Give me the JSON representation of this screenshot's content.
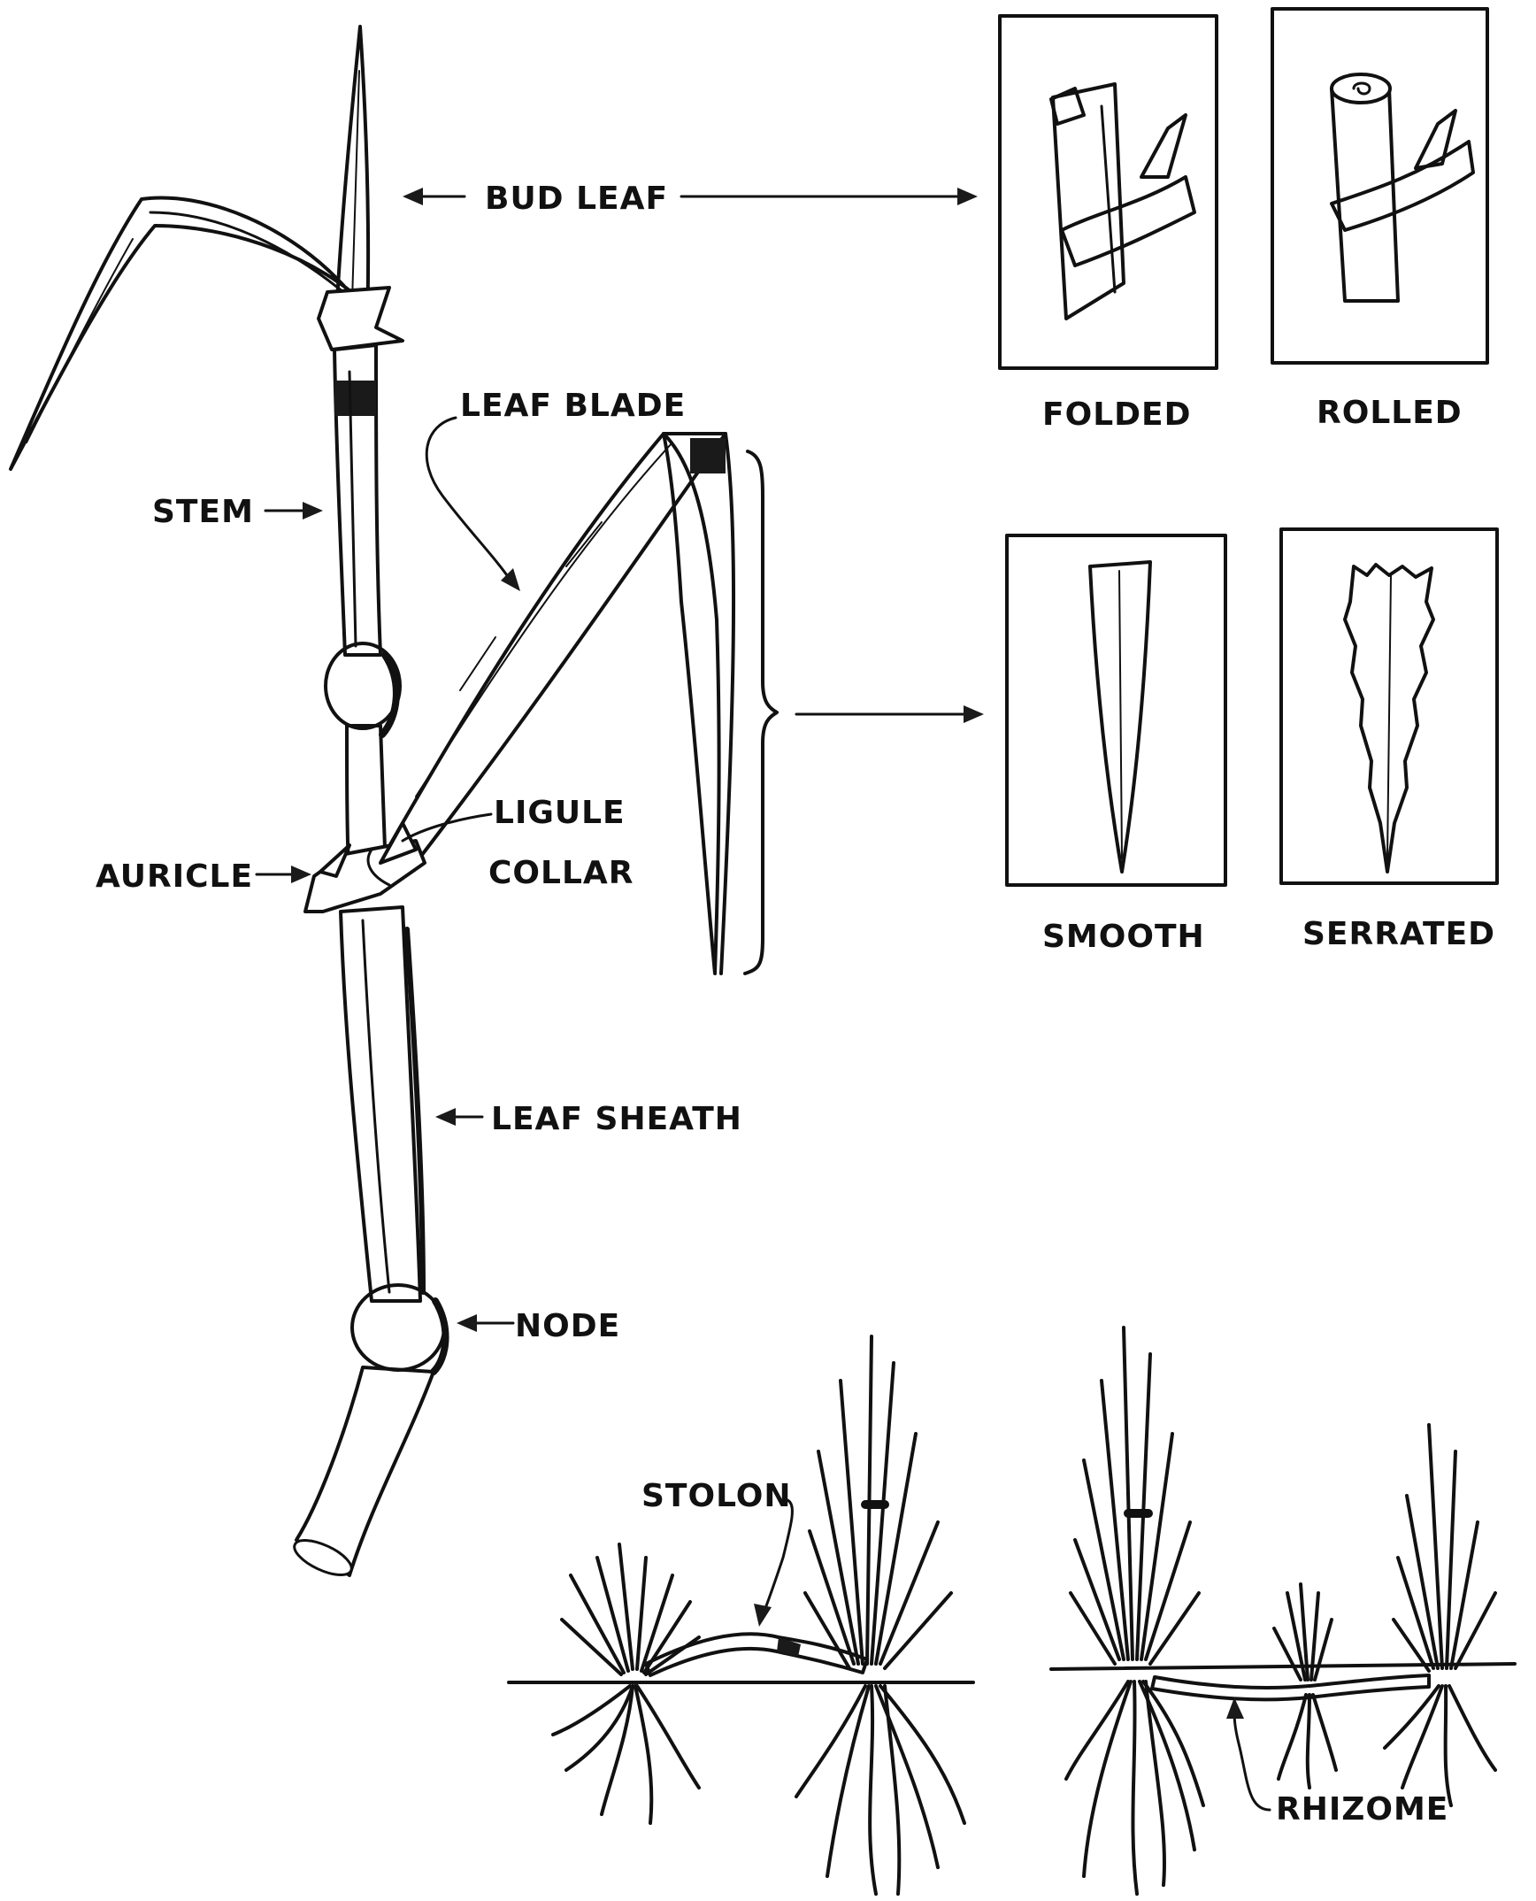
{
  "labels": {
    "bud_leaf": "BUD LEAF",
    "leaf_blade": "LEAF BLADE",
    "stem": "STEM",
    "ligule": "LIGULE",
    "collar": "COLLAR",
    "auricle": "AURICLE",
    "leaf_sheath": "LEAF SHEATH",
    "node": "NODE",
    "folded": "FOLDED",
    "rolled": "ROLLED",
    "smooth": "SMOOTH",
    "serrated": "SERRATED",
    "stolon": "STOLON",
    "rhizome": "RHIZOME"
  },
  "colors": {
    "ink": "#111111",
    "background": "#ffffff"
  }
}
